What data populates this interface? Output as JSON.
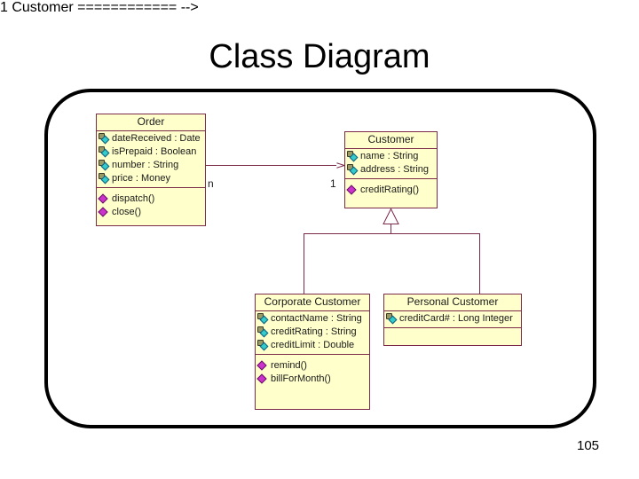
{
  "slide": {
    "title": "Class Diagram",
    "page_number": "105"
  },
  "diagram": {
    "type": "uml-class-diagram",
    "classes": [
      {
        "id": "order",
        "name": "Order",
        "attributes": [
          "dateReceived : Date",
          "isPrepaid : Boolean",
          "number : String",
          "price : Money"
        ],
        "operations": [
          "dispatch()",
          "close()"
        ]
      },
      {
        "id": "customer",
        "name": "Customer",
        "attributes": [
          "name : String",
          "address : String"
        ],
        "operations": [
          "creditRating()"
        ]
      },
      {
        "id": "corporate-customer",
        "name": "Corporate Customer",
        "attributes": [
          "contactName : String",
          "creditRating : String",
          "creditLimit : Double"
        ],
        "operations": [
          "remind()",
          "billForMonth()"
        ]
      },
      {
        "id": "personal-customer",
        "name": "Personal Customer",
        "attributes": [
          "creditCard# : Long Integer"
        ],
        "operations": []
      }
    ],
    "associations": [
      {
        "id": "order-customer",
        "source": "order",
        "target": "customer",
        "source_multiplicity": "n",
        "target_multiplicity": "1",
        "arrow": "open"
      }
    ],
    "generalizations": [
      {
        "id": "corporate-isa-customer",
        "parent": "customer",
        "child": "corporate-customer"
      },
      {
        "id": "personal-isa-customer",
        "parent": "customer",
        "child": "personal-customer"
      }
    ],
    "colors": {
      "class_fill": "#ffffcc",
      "class_border": "#7b2a4a",
      "connector": "#7b2a4a",
      "frame_border": "#000000",
      "attribute_marker": "#33cccc",
      "operation_marker": "#cc33cc"
    }
  }
}
